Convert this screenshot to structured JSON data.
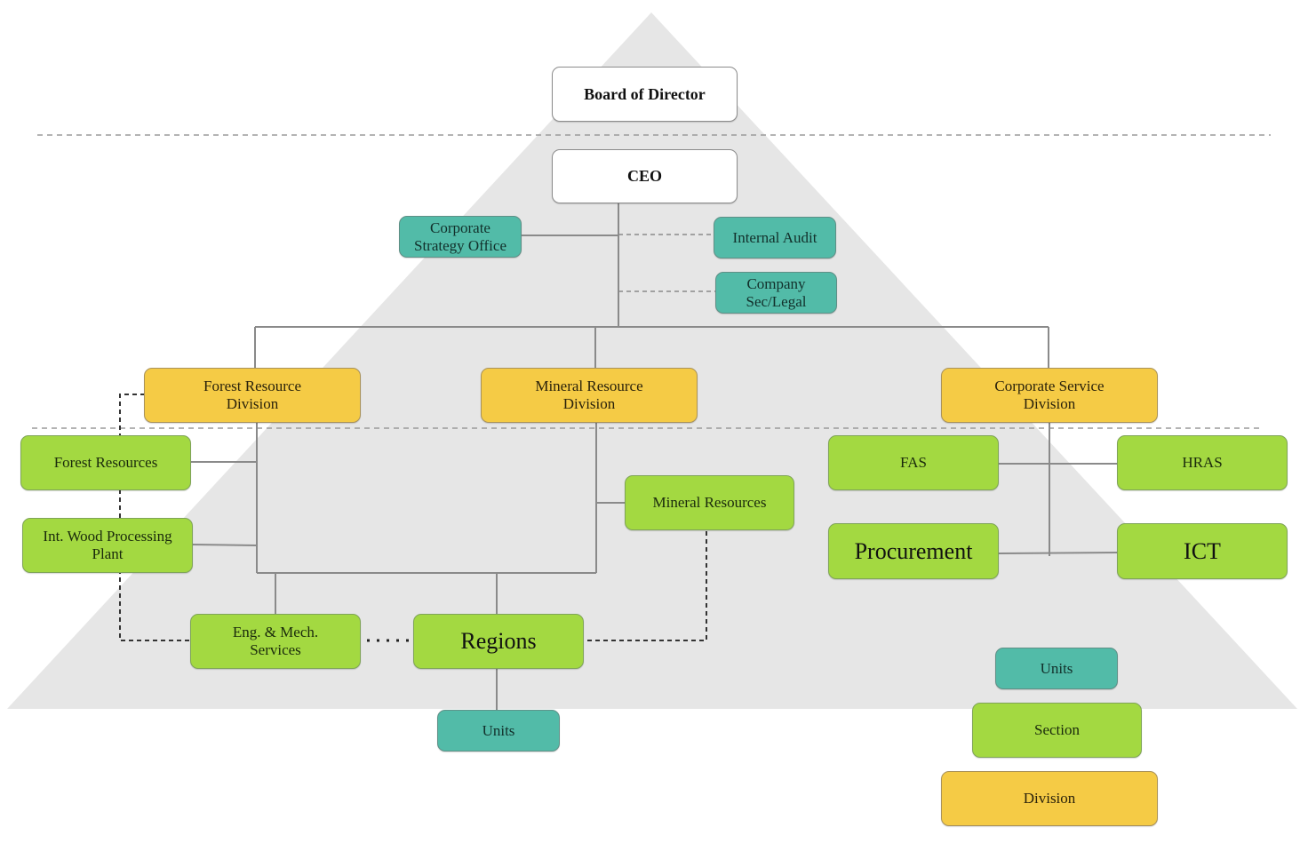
{
  "diagram": {
    "type": "organizational-pyramid",
    "colors": {
      "pyramid": "#e6e6e6",
      "units": "#52bba8",
      "section": "#a3d941",
      "division": "#f5cb45",
      "top": "#ffffff",
      "connector": "#8a8a8a",
      "dotted_link": "#333333"
    },
    "nodes": {
      "board": "Board of Director",
      "ceo": "CEO",
      "strategy": "Corporate\nStrategy Office",
      "audit": "Internal Audit",
      "legal": "Company\nSec/Legal",
      "forest_div": "Forest  Resource\nDivision",
      "mineral_div": "Mineral Resource\nDivision",
      "corporate_div": "Corporate Service\nDivision",
      "forest_res": "Forest Resources",
      "wood_plant": "Int. Wood Processing\nPlant",
      "mineral_res": "Mineral Resources",
      "eng_mech": "Eng. & Mech.\nServices",
      "regions": "Regions",
      "units": "Units",
      "fas": "FAS",
      "hras": "HRAS",
      "procurement": "Procurement",
      "ict": "ICT"
    },
    "legend": [
      {
        "label": "Units",
        "level": "units"
      },
      {
        "label": "Section",
        "level": "section"
      },
      {
        "label": "Division",
        "level": "division"
      }
    ],
    "relationships": [
      {
        "from": "board",
        "to": "ceo",
        "style": "level-boundary"
      },
      {
        "from": "ceo",
        "to": "strategy",
        "style": "solid"
      },
      {
        "from": "ceo",
        "to": "audit",
        "style": "dashed"
      },
      {
        "from": "ceo",
        "to": "legal",
        "style": "dashed"
      },
      {
        "from": "ceo",
        "to": "forest_div",
        "style": "solid"
      },
      {
        "from": "ceo",
        "to": "mineral_div",
        "style": "solid"
      },
      {
        "from": "ceo",
        "to": "corporate_div",
        "style": "solid"
      },
      {
        "from": "forest_div",
        "to": "forest_res",
        "style": "solid"
      },
      {
        "from": "forest_div",
        "to": "wood_plant",
        "style": "solid"
      },
      {
        "from": "mineral_div",
        "to": "mineral_res",
        "style": "solid"
      },
      {
        "from": "forest_div",
        "to": "eng_mech",
        "style": "solid"
      },
      {
        "from": "mineral_div",
        "to": "regions",
        "style": "solid"
      },
      {
        "from": "regions",
        "to": "units",
        "style": "solid"
      },
      {
        "from": "forest_div",
        "to": "eng_mech",
        "style": "dotted-link"
      },
      {
        "from": "eng_mech",
        "to": "regions",
        "style": "dotted"
      },
      {
        "from": "mineral_res",
        "to": "regions",
        "style": "dotted-link"
      },
      {
        "from": "corporate_div",
        "to": "fas",
        "style": "solid"
      },
      {
        "from": "corporate_div",
        "to": "hras",
        "style": "solid"
      },
      {
        "from": "corporate_div",
        "to": "procurement",
        "style": "solid"
      },
      {
        "from": "corporate_div",
        "to": "ict",
        "style": "solid"
      }
    ]
  }
}
